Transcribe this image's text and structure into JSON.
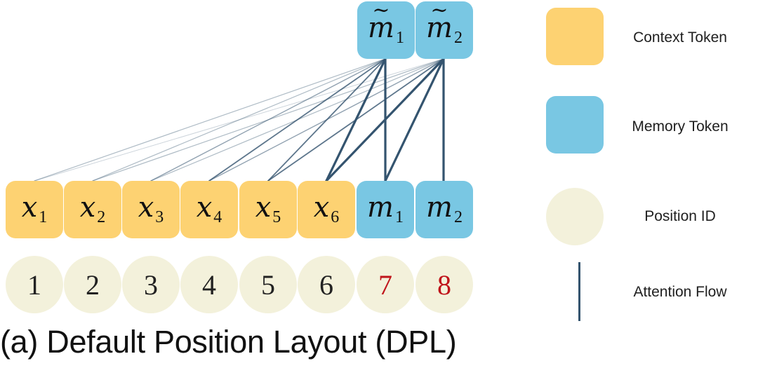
{
  "colors": {
    "context": "#FDD272",
    "memory": "#79C7E3",
    "position": "#F3F1DB",
    "attention": "#34546F",
    "highlight_id": "#C0151B"
  },
  "memory_tokens_top": [
    {
      "base": "m",
      "sub": "1"
    },
    {
      "base": "m",
      "sub": "2"
    }
  ],
  "token_row": [
    {
      "base": "x",
      "sub": "1",
      "kind": "context"
    },
    {
      "base": "x",
      "sub": "2",
      "kind": "context"
    },
    {
      "base": "x",
      "sub": "3",
      "kind": "context"
    },
    {
      "base": "x",
      "sub": "4",
      "kind": "context"
    },
    {
      "base": "x",
      "sub": "5",
      "kind": "context"
    },
    {
      "base": "x",
      "sub": "6",
      "kind": "context"
    },
    {
      "base": "m",
      "sub": "1",
      "kind": "memory"
    },
    {
      "base": "m",
      "sub": "2",
      "kind": "memory"
    }
  ],
  "position_ids": [
    "1",
    "2",
    "3",
    "4",
    "5",
    "6",
    "7",
    "8"
  ],
  "highlighted_ids": [
    "7",
    "8"
  ],
  "caption": "(a) Default Position Layout (DPL)",
  "legend": {
    "context": "Context Token",
    "memory": "Memory Token",
    "position": "Position ID",
    "attention": "Attention Flow"
  }
}
